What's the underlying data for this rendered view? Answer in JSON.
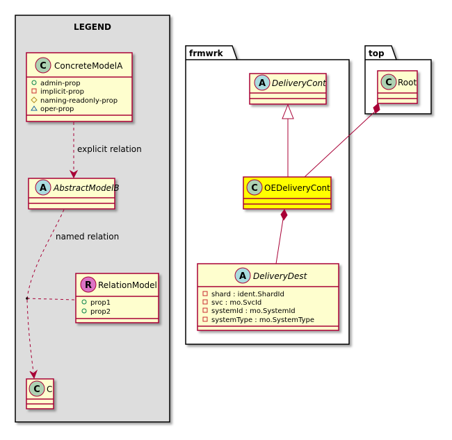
{
  "legend": {
    "title": "LEGEND",
    "concrete_model": {
      "stereotype": "C",
      "name": "ConcreteModelA",
      "props": [
        "admin-prop",
        "implicit-prop",
        "naming-readonly-prop",
        "oper-prop"
      ]
    },
    "abstract_model": {
      "stereotype": "A",
      "name": "AbstractModelB"
    },
    "relation_model": {
      "stereotype": "R",
      "name": "RelationModel",
      "props": [
        "prop1",
        "prop2"
      ]
    },
    "target": {
      "stereotype": "C",
      "name": "C"
    },
    "explicit_relation_label": "explicit relation",
    "named_relation_label": "named relation"
  },
  "frmwrk": {
    "package": "frmwrk",
    "delivery_cont": {
      "stereotype": "A",
      "name": "DeliveryCont"
    },
    "oe_delivery_cont": {
      "stereotype": "C",
      "name": "OEDeliveryCont"
    },
    "delivery_dest": {
      "stereotype": "A",
      "name": "DeliveryDest",
      "attrs": [
        "shard : ident.ShardId",
        "svc : mo.SvcId",
        "systemId : mo.SystemId",
        "systemType : mo.SystemType"
      ]
    }
  },
  "top": {
    "package": "top",
    "root": {
      "stereotype": "C",
      "name": "Root"
    }
  },
  "colors": {
    "class_fill": "#FEFECE",
    "class_border": "#A80036",
    "highlight_fill": "#FFFF00",
    "legend_fill": "#DDDDDD",
    "circle_c": "#ADD1B2",
    "circle_a": "#A9DCDF",
    "circle_r": "#DB73C5",
    "edge": "#A80036"
  }
}
